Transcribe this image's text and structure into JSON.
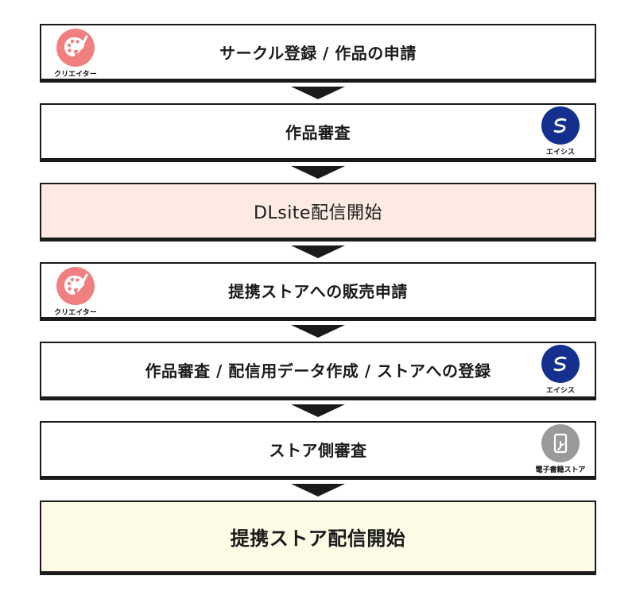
{
  "colors": {
    "creator_icon": "#f08080",
    "eisys_icon": "#14308f",
    "store_icon": "#9a9a9a",
    "highlight_pink": "#fdeae2",
    "highlight_yellow": "#fdfbe6"
  },
  "actors": {
    "creator": {
      "label": "クリエイター",
      "icon": "palette-icon"
    },
    "eisys": {
      "label": "エイシス",
      "icon": "eisys-logo-icon"
    },
    "store": {
      "label": "電子書籍ストア",
      "icon": "tablet-icon"
    }
  },
  "steps": [
    {
      "label": "サークル登録 / 作品の申請",
      "actor": "creator"
    },
    {
      "label": "作品審査",
      "actor": "eisys"
    },
    {
      "label": "DLsite配信開始",
      "actor": ""
    },
    {
      "label": "提携ストアへの販売申請",
      "actor": "creator"
    },
    {
      "label": "作品審査 / 配信用データ作成 / ストアへの登録",
      "actor": "eisys"
    },
    {
      "label": "ストア側審査",
      "actor": "store"
    },
    {
      "label": "提携ストア配信開始",
      "actor": ""
    }
  ]
}
